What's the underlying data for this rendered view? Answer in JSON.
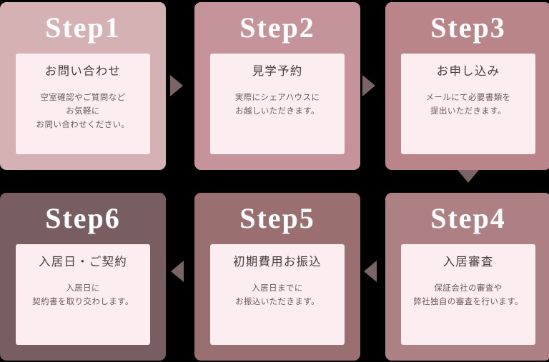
{
  "diagram": {
    "name": "application-flow-steps",
    "background": "#000000",
    "inner_panel_color": "#fceef0",
    "arrow_color": "#7c6366",
    "steps": [
      {
        "id": "step-1",
        "step_label": "Step1",
        "title": "お問い合わせ",
        "description": "空室確認やご質問など\nお気軽に\nお問い合わせください。",
        "color": "#d5b1b3"
      },
      {
        "id": "step-2",
        "step_label": "Step2",
        "title": "見学予約",
        "description": "実際にシェアハウスに\nお越しいただきます。",
        "color": "#c5949a"
      },
      {
        "id": "step-3",
        "step_label": "Step3",
        "title": "お申し込み",
        "description": "メールにて必要書類を\n提出いただきます。",
        "color": "#b98589"
      },
      {
        "id": "step-4",
        "step_label": "Step4",
        "title": "入居審査",
        "description": "保証会社の審査や\n弊社独自の審査を行います。",
        "color": "#ad8184"
      },
      {
        "id": "step-5",
        "step_label": "Step5",
        "title": "初期費用お振込",
        "description": "入居日までに\nお振込いただきます。",
        "color": "#996f6f"
      },
      {
        "id": "step-6",
        "step_label": "Step6",
        "title": "入居日・ご契約",
        "description": "入居日に\n契約書を取り交わします。",
        "color": "#795e61"
      }
    ],
    "arrows": [
      {
        "id": "arrow-step1-step2",
        "icon": "arrow-right-icon",
        "direction": "right"
      },
      {
        "id": "arrow-step2-step3",
        "icon": "arrow-right-icon",
        "direction": "right"
      },
      {
        "id": "arrow-step3-step4",
        "icon": "arrow-down-icon",
        "direction": "down"
      },
      {
        "id": "arrow-step4-step5",
        "icon": "arrow-left-icon",
        "direction": "left"
      },
      {
        "id": "arrow-step5-step6",
        "icon": "arrow-left-icon",
        "direction": "left"
      }
    ]
  }
}
